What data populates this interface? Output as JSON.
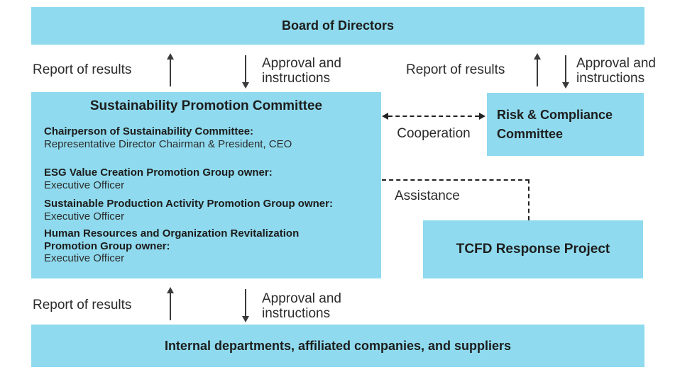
{
  "diagram": {
    "title_hint": "Sustainability promotion governance structure",
    "box_color": "#8fdaee",
    "background": "#ffffff",
    "text_color": "#1d1d1d"
  },
  "boxes": {
    "board": {
      "label": "Board of Directors"
    },
    "sustainability": {
      "title": "Sustainability Promotion Committee",
      "members": [
        {
          "role": "Chairperson of Sustainability Committee:",
          "person": "Representative Director Chairman & President, CEO"
        },
        {
          "role": "ESG Value Creation Promotion Group owner:",
          "person": "Executive Officer"
        },
        {
          "role": "Sustainable Production Activity Promotion Group owner:",
          "person": "Executive Officer"
        },
        {
          "role": "Human Resources and Organization Revitalization\nPromotion Group owner:",
          "person": "Executive Officer"
        }
      ]
    },
    "risk": {
      "label": "Risk & Compliance\nCommittee"
    },
    "tcfd": {
      "label": "TCFD Response Project"
    },
    "internal": {
      "label": "Internal departments, affiliated companies, and suppliers"
    }
  },
  "flows": {
    "report": "Report of results",
    "approval": "Approval and\ninstructions",
    "cooperation": "Cooperation",
    "assistance": "Assistance"
  }
}
